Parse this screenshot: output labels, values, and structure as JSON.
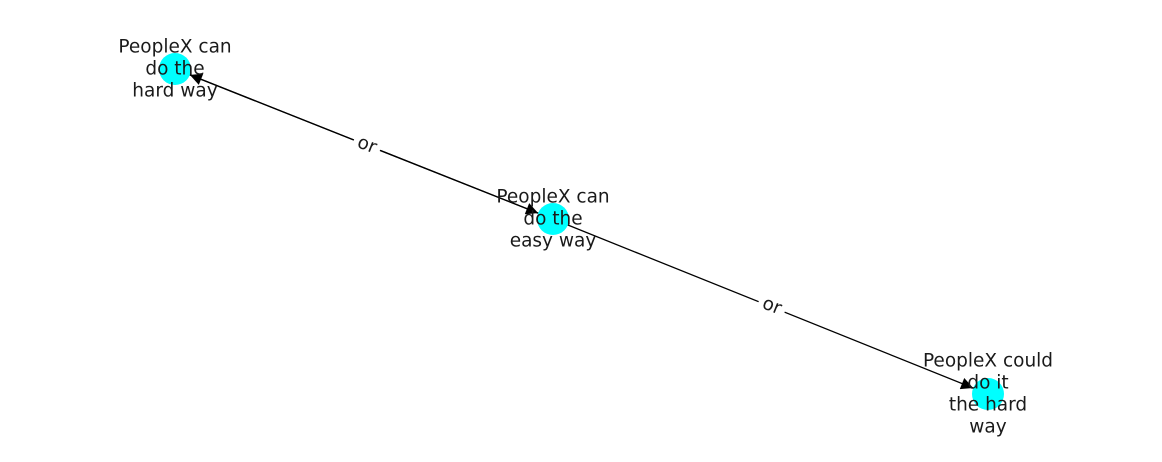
{
  "graph": {
    "node_color": "#00ffff",
    "edge_color": "#000000",
    "nodes": [
      {
        "id": "n_hard",
        "lines": [
          "PeopleX can",
          "do the",
          "hard way"
        ]
      },
      {
        "id": "n_easy",
        "lines": [
          "PeopleX can",
          "do the",
          "easy way"
        ]
      },
      {
        "id": "n_could",
        "lines": [
          "PeopleX could",
          "do it",
          "the hard",
          "way"
        ]
      }
    ],
    "edges": [
      {
        "id": "e1",
        "from": "n_hard",
        "to": "n_easy",
        "label": "or"
      },
      {
        "id": "e2",
        "from": "n_easy",
        "to": "n_hard",
        "label": "or"
      },
      {
        "id": "e3",
        "from": "n_easy",
        "to": "n_could",
        "label": "or"
      }
    ]
  }
}
